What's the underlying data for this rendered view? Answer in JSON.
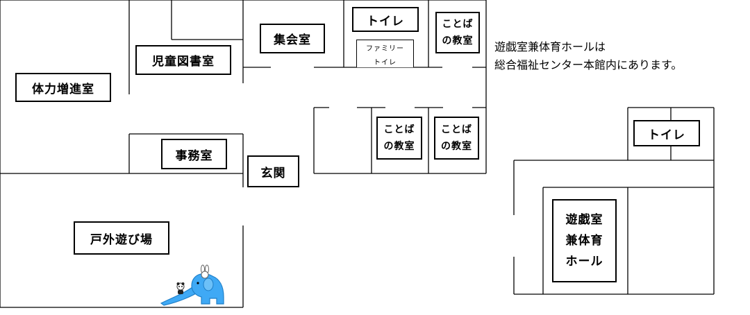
{
  "rooms": {
    "fitness": "体力増進室",
    "library": "児童図書室",
    "assembly": "集会室",
    "toilet_top": "トイレ",
    "family_toilet": {
      "line1": "ファミリー",
      "line2": "トイレ"
    },
    "kotoba_1": {
      "line1": "ことば",
      "line2": "の教室"
    },
    "kotoba_2": {
      "line1": "ことば",
      "line2": "の教室"
    },
    "kotoba_3": {
      "line1": "ことば",
      "line2": "の教室"
    },
    "office": "事務室",
    "entrance": "玄関",
    "playground": "戸外遊び場",
    "toilet_right": "トイレ",
    "playroom": {
      "line1": "遊戯室",
      "line2": "兼体育",
      "line3": "ホール"
    }
  },
  "note": {
    "line1": "遊戯室兼体育ホールは",
    "line2": "総合福祉センター本館内にあります。"
  },
  "colors": {
    "wall": "#000000",
    "elephant": "#3fa9f5",
    "elephant_dark": "#1f7fc8"
  }
}
